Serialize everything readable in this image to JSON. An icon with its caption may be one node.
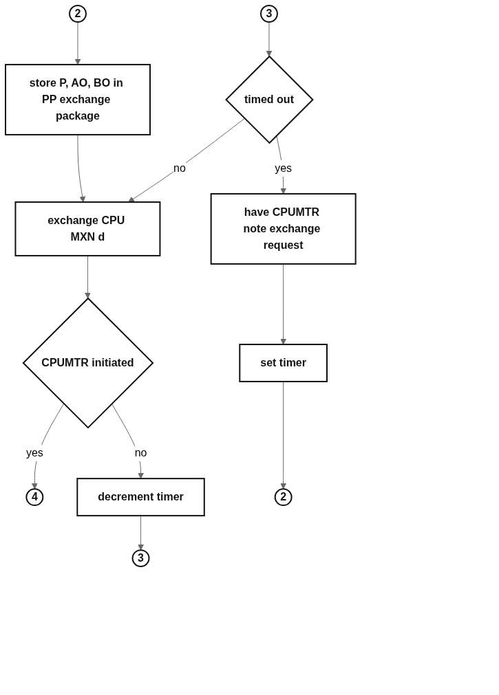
{
  "diagram": {
    "nodes": [
      {
        "text": [
          "2"
        ]
      },
      {
        "text": [
          "store P, AO, BO in PP exchange package"
        ]
      },
      {
        "text": [
          "3"
        ]
      },
      {
        "text": [
          "timed out"
        ]
      },
      {
        "text": [
          "exchange CPU MXN d"
        ]
      },
      {
        "text": [
          "have CPUMTR note exchange request"
        ]
      },
      {
        "text": [
          "CPUMTR initiated"
        ]
      },
      {
        "text": [
          "4"
        ]
      },
      {
        "text": [
          "set timer"
        ]
      },
      {
        "text": [
          "decrement timer"
        ]
      },
      {
        "text": [
          "2"
        ]
      },
      {
        "text": [
          "3"
        ]
      }
    ],
    "edges": [
      {
        "from": 0,
        "to": 1,
        "arrow": "to"
      },
      {
        "from": 1,
        "to": 4,
        "arrow": "to"
      },
      {
        "from": 2,
        "to": 3,
        "arrow": "to"
      },
      {
        "from": 3,
        "to": 4,
        "arrow": "to",
        "label": "no"
      },
      {
        "from": 3,
        "to": 5,
        "arrow": "to",
        "label": "yes"
      },
      {
        "from": 4,
        "to": 6,
        "arrow": "to"
      },
      {
        "from": 6,
        "to": 7,
        "arrow": "to",
        "label": "yes"
      },
      {
        "from": 6,
        "to": 9,
        "arrow": "to",
        "label": "no"
      },
      {
        "from": 5,
        "to": 8,
        "arrow": "to"
      },
      {
        "from": 8,
        "to": 10,
        "arrow": "to"
      },
      {
        "from": 9,
        "to": 11,
        "arrow": "to"
      }
    ]
  }
}
